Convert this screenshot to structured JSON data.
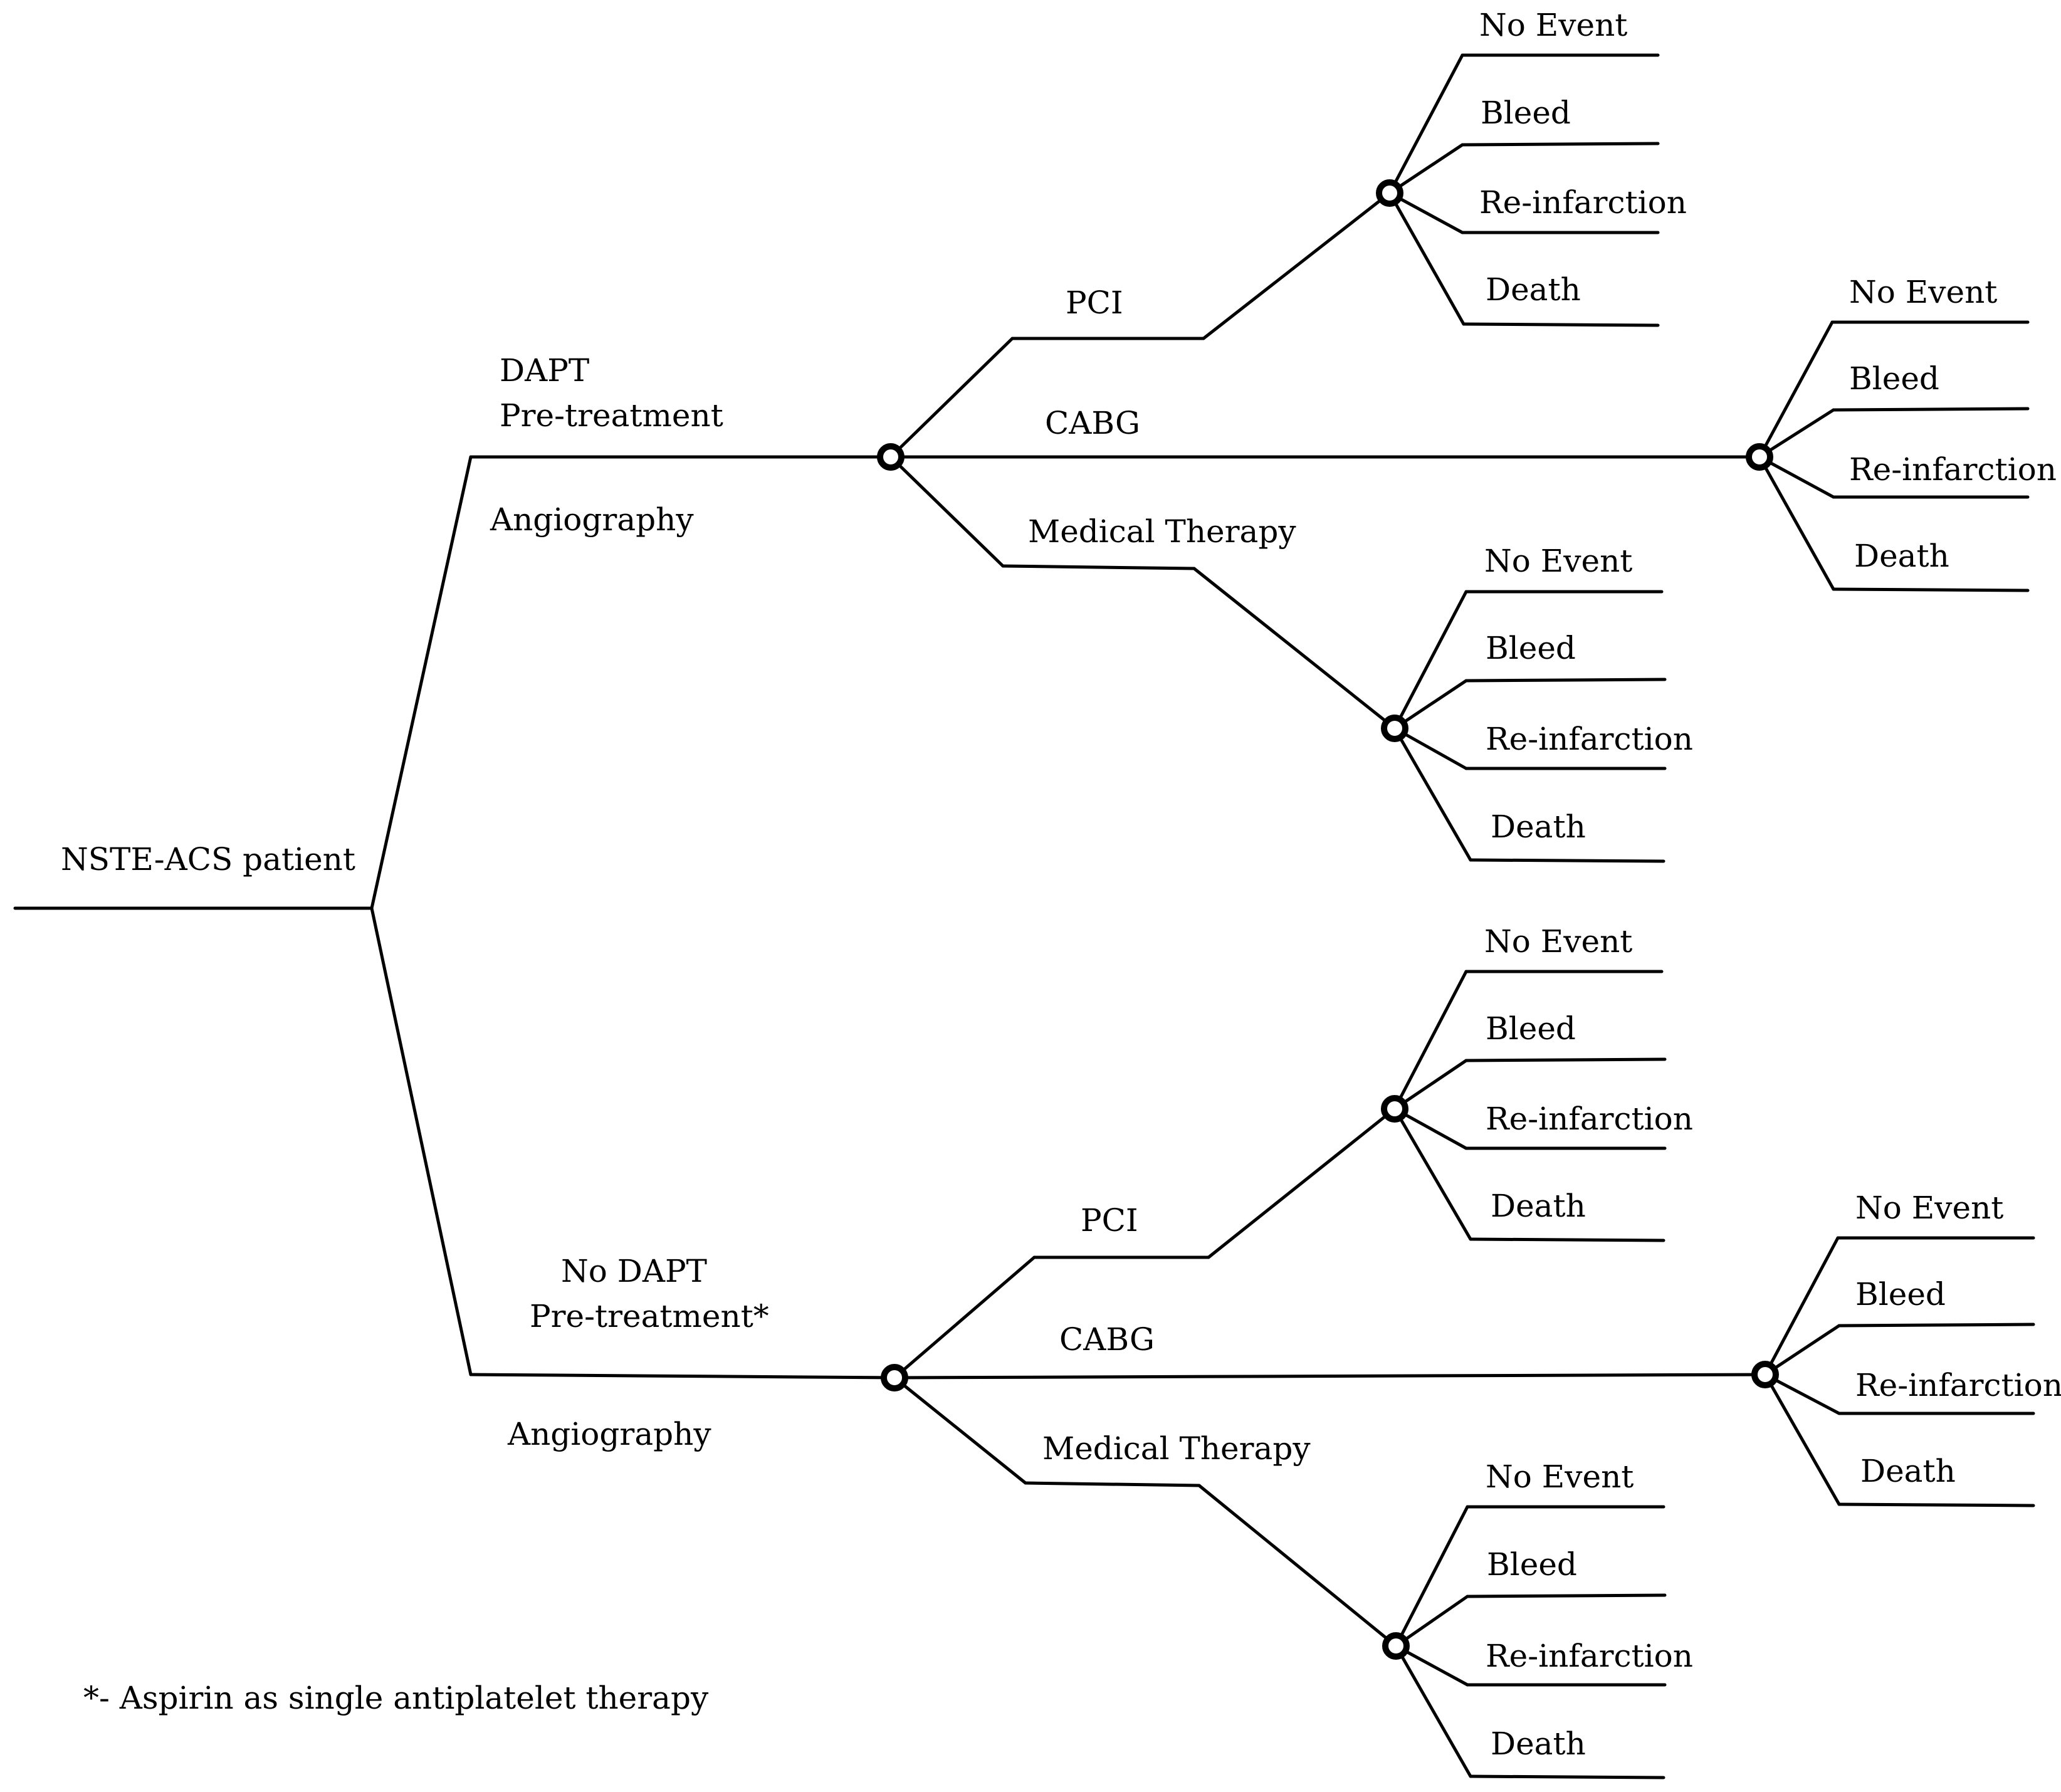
{
  "root": {
    "label": "NSTE-ACS patient"
  },
  "arms": [
    {
      "label_line1": "DAPT",
      "label_line2": "Pre-treatment",
      "below_label": "Angiography",
      "branches": [
        {
          "label": "PCI",
          "outcomes": [
            "No Event",
            "Bleed",
            "Re-infarction",
            "Death"
          ]
        },
        {
          "label": "CABG",
          "outcomes": [
            "No Event",
            "Bleed",
            "Re-infarction",
            "Death"
          ]
        },
        {
          "label": "Medical Therapy",
          "outcomes": [
            "No Event",
            "Bleed",
            "Re-infarction",
            "Death"
          ]
        }
      ]
    },
    {
      "label_line1": "No DAPT",
      "label_line2": "Pre-treatment*",
      "below_label": "Angiography",
      "branches": [
        {
          "label": "PCI",
          "outcomes": [
            "No Event",
            "Bleed",
            "Re-infarction",
            "Death"
          ]
        },
        {
          "label": "CABG",
          "outcomes": [
            "No Event",
            "Bleed",
            "Re-infarction",
            "Death"
          ]
        },
        {
          "label": "Medical Therapy",
          "outcomes": [
            "No Event",
            "Bleed",
            "Re-infarction",
            "Death"
          ]
        }
      ]
    }
  ],
  "footnote": "*- Aspirin as single antiplatelet therapy",
  "colors": {
    "line": "#000000",
    "background": "#ffffff"
  }
}
